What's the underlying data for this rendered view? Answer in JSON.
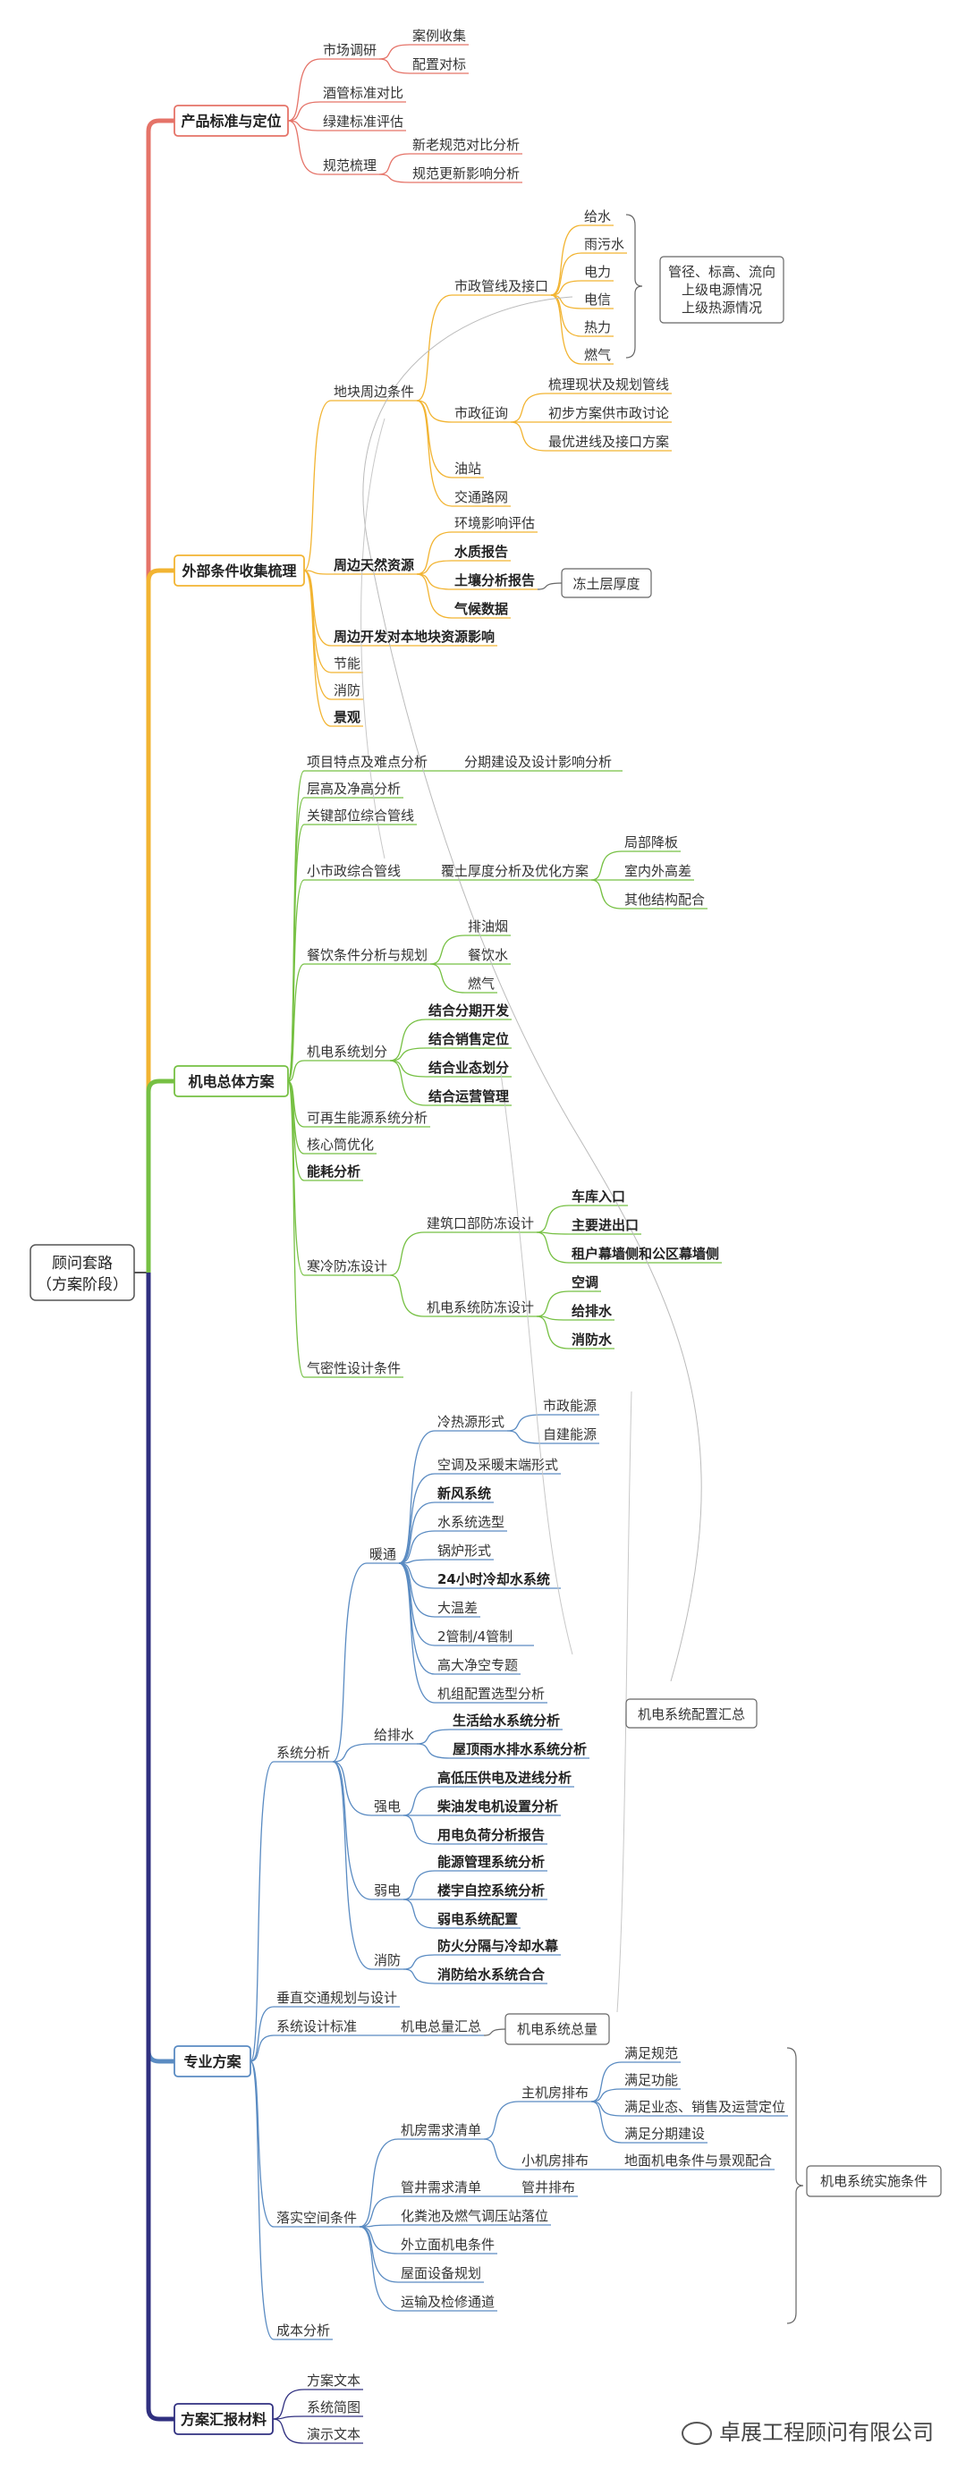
{
  "root": "顾问套路",
  "root_sub": "（方案阶段）",
  "watermark": "卓展工程顾问有限公司",
  "categories": [
    {
      "label": "产品标准与定位",
      "color": "#e57368"
    },
    {
      "label": "外部条件收集梳理",
      "color": "#f2b432"
    },
    {
      "label": "机电总体方案",
      "color": "#76c043"
    },
    {
      "label": "专业方案",
      "color": "#5a8bc2"
    },
    {
      "label": "方案汇报材料",
      "color": "#303080"
    }
  ],
  "nodes": [
    {
      "id": "n1",
      "text": "市场调研"
    },
    {
      "id": "n2",
      "text": "案例收集"
    },
    {
      "id": "n3",
      "text": "配置对标"
    },
    {
      "id": "n4",
      "text": "酒管标准对比"
    },
    {
      "id": "n5",
      "text": "绿建标准评估"
    },
    {
      "id": "n6",
      "text": "规范梳理"
    },
    {
      "id": "n7",
      "text": "新老规范对比分析"
    },
    {
      "id": "n8",
      "text": "规范更新影响分析"
    },
    {
      "id": "o1",
      "text": "地块周边条件"
    },
    {
      "id": "o2",
      "text": "市政管线及接口"
    },
    {
      "id": "o3",
      "text": "给水"
    },
    {
      "id": "o4",
      "text": "雨污水"
    },
    {
      "id": "o5",
      "text": "电力"
    },
    {
      "id": "o6",
      "text": "电信"
    },
    {
      "id": "o7",
      "text": "热力"
    },
    {
      "id": "o8",
      "text": "燃气"
    },
    {
      "id": "o9a",
      "text": "管径、标高、流向"
    },
    {
      "id": "o9b",
      "text": "上级电源情况"
    },
    {
      "id": "o9c",
      "text": "上级热源情况"
    },
    {
      "id": "o10",
      "text": "市政征询"
    },
    {
      "id": "o11",
      "text": "梳理现状及规划管线"
    },
    {
      "id": "o12",
      "text": "初步方案供市政讨论"
    },
    {
      "id": "o13",
      "text": "最优进线及接口方案"
    },
    {
      "id": "o14",
      "text": "油站"
    },
    {
      "id": "o15",
      "text": "交通路网"
    },
    {
      "id": "o16",
      "text": "环境影响评估"
    },
    {
      "id": "o17",
      "text": "周边天然资源"
    },
    {
      "id": "o18",
      "text": "水质报告"
    },
    {
      "id": "o19",
      "text": "土壤分析报告"
    },
    {
      "id": "o20",
      "text": "冻土层厚度"
    },
    {
      "id": "o21",
      "text": "气候数据"
    },
    {
      "id": "o22",
      "text": "周边开发对本地块资源影响"
    },
    {
      "id": "o23",
      "text": "节能"
    },
    {
      "id": "o24",
      "text": "消防"
    },
    {
      "id": "o25",
      "text": "景观"
    },
    {
      "id": "m1",
      "text": "项目特点及难点分析"
    },
    {
      "id": "m2",
      "text": "分期建设及设计影响分析"
    },
    {
      "id": "m3",
      "text": "层高及净高分析"
    },
    {
      "id": "m4",
      "text": "关键部位综合管线"
    },
    {
      "id": "m5",
      "text": "局部降板"
    },
    {
      "id": "m6",
      "text": "小市政综合管线"
    },
    {
      "id": "m7",
      "text": "覆土厚度分析及优化方案"
    },
    {
      "id": "m8",
      "text": "室内外高差"
    },
    {
      "id": "m9",
      "text": "其他结构配合"
    },
    {
      "id": "m10",
      "text": "排油烟"
    },
    {
      "id": "m11",
      "text": "餐饮条件分析与规划"
    },
    {
      "id": "m12",
      "text": "餐饮水"
    },
    {
      "id": "m13",
      "text": "燃气"
    },
    {
      "id": "m14",
      "text": "结合分期开发"
    },
    {
      "id": "m15",
      "text": "机电系统划分"
    },
    {
      "id": "m16",
      "text": "结合销售定位"
    },
    {
      "id": "m17",
      "text": "结合业态划分"
    },
    {
      "id": "m18",
      "text": "结合运营管理"
    },
    {
      "id": "m19",
      "text": "可再生能源系统分析"
    },
    {
      "id": "m20",
      "text": "核心筒优化"
    },
    {
      "id": "m21",
      "text": "能耗分析"
    },
    {
      "id": "m22",
      "text": "车库入口"
    },
    {
      "id": "m23",
      "text": "建筑口部防冻设计"
    },
    {
      "id": "m24",
      "text": "主要进出口"
    },
    {
      "id": "m25",
      "text": "寒冷防冻设计"
    },
    {
      "id": "m26",
      "text": "租户幕墙侧和公区幕墙侧"
    },
    {
      "id": "m27",
      "text": "空调"
    },
    {
      "id": "m28",
      "text": "机电系统防冻设计"
    },
    {
      "id": "m29",
      "text": "给排水"
    },
    {
      "id": "m30",
      "text": "消防水"
    },
    {
      "id": "m31",
      "text": "气密性设计条件"
    },
    {
      "id": "s1",
      "text": "冷热源形式"
    },
    {
      "id": "s2",
      "text": "市政能源"
    },
    {
      "id": "s3",
      "text": "自建能源"
    },
    {
      "id": "s4",
      "text": "空调及采暖末端形式"
    },
    {
      "id": "s5",
      "text": "新风系统"
    },
    {
      "id": "s6",
      "text": "水系统选型"
    },
    {
      "id": "s7",
      "text": "锅炉形式"
    },
    {
      "id": "s8",
      "text": "暖通"
    },
    {
      "id": "s9",
      "text": "24小时冷却水系统"
    },
    {
      "id": "s10",
      "text": "大温差"
    },
    {
      "id": "s11",
      "text": "2管制/4管制"
    },
    {
      "id": "s12",
      "text": "高大净空专题"
    },
    {
      "id": "s13",
      "text": "机组配置选型分析"
    },
    {
      "id": "s14",
      "text": "机电系统配置汇总"
    },
    {
      "id": "s15",
      "text": "生活给水系统分析"
    },
    {
      "id": "s16",
      "text": "给排水"
    },
    {
      "id": "s17",
      "text": "屋顶雨水排水系统分析"
    },
    {
      "id": "s18",
      "text": "系统分析"
    },
    {
      "id": "s19",
      "text": "高低压供电及进线分析"
    },
    {
      "id": "s20",
      "text": "强电"
    },
    {
      "id": "s21",
      "text": "柴油发电机设置分析"
    },
    {
      "id": "s22",
      "text": "用电负荷分析报告"
    },
    {
      "id": "s23",
      "text": "能源管理系统分析"
    },
    {
      "id": "s24",
      "text": "弱电"
    },
    {
      "id": "s25",
      "text": "楼宇自控系统分析"
    },
    {
      "id": "s26",
      "text": "弱电系统配置"
    },
    {
      "id": "s27",
      "text": "防火分隔与冷却水幕"
    },
    {
      "id": "s28",
      "text": "消防"
    },
    {
      "id": "s29",
      "text": "消防给水系统合合"
    },
    {
      "id": "s30",
      "text": "垂直交通规划与设计"
    },
    {
      "id": "s31",
      "text": "系统设计标准"
    },
    {
      "id": "s32",
      "text": "机电总量汇总"
    },
    {
      "id": "s33",
      "text": "机电系统总量"
    },
    {
      "id": "s34",
      "text": "满足规范"
    },
    {
      "id": "s35",
      "text": "主机房排布"
    },
    {
      "id": "s36",
      "text": "满足功能"
    },
    {
      "id": "s37",
      "text": "满足业态、销售及运营定位"
    },
    {
      "id": "s38",
      "text": "机房需求清单"
    },
    {
      "id": "s39",
      "text": "满足分期建设"
    },
    {
      "id": "s40",
      "text": "小机房排布"
    },
    {
      "id": "s41",
      "text": "地面机电条件与景观配合"
    },
    {
      "id": "s42",
      "text": "机电系统实施条件"
    },
    {
      "id": "s43",
      "text": "管井需求清单"
    },
    {
      "id": "s44",
      "text": "管井排布"
    },
    {
      "id": "s45",
      "text": "落实空间条件"
    },
    {
      "id": "s46",
      "text": "化粪池及燃气调压站落位"
    },
    {
      "id": "s47",
      "text": "外立面机电条件"
    },
    {
      "id": "s48",
      "text": "屋面设备规划"
    },
    {
      "id": "s49",
      "text": "运输及检修通道"
    },
    {
      "id": "s50",
      "text": "成本分析"
    },
    {
      "id": "r1",
      "text": "方案文本"
    },
    {
      "id": "r2",
      "text": "系统简图"
    },
    {
      "id": "r3",
      "text": "演示文本"
    }
  ]
}
